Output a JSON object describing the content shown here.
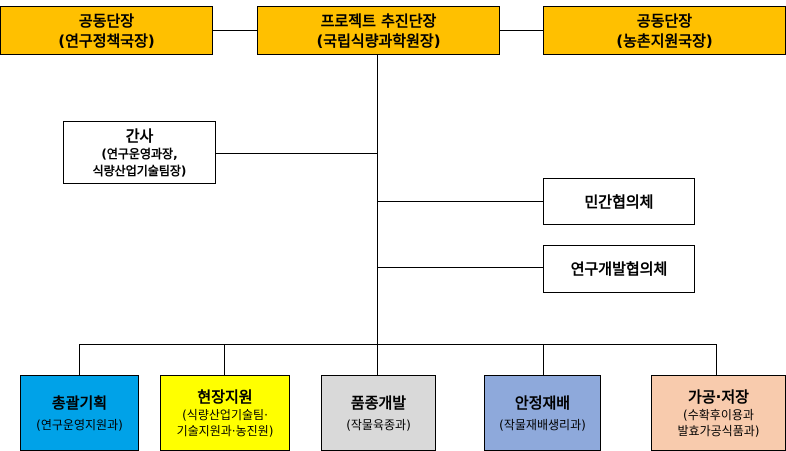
{
  "top": {
    "left": {
      "title": "공동단장",
      "sub": "(연구정책국장)",
      "color": "#FFC000"
    },
    "center": {
      "title": "프로젝트 추진단장",
      "sub": "(국립식량과학원장)",
      "color": "#FFC000"
    },
    "right": {
      "title": "공동단장",
      "sub": "(농촌지원국장)",
      "color": "#FFC000"
    }
  },
  "ganja": {
    "title": "간사",
    "sub1": "(연구운영과장,",
    "sub2": "식량산업기술팀장)"
  },
  "council": {
    "private": "민간협의체",
    "rnd": "연구개발협의체"
  },
  "teams": [
    {
      "title": "총괄기획",
      "sub1": "(연구운영지원과)",
      "sub2": "",
      "color": "#00A2E8"
    },
    {
      "title": "현장지원",
      "sub1": "(식량산업기술팀·",
      "sub2": "기술지원과·농진원)",
      "color": "#FFFF00"
    },
    {
      "title": "품종개발",
      "sub1": "(작물육종과)",
      "sub2": "",
      "color": "#D9D9D9"
    },
    {
      "title": "안정재배",
      "sub1": "(작물재배생리과)",
      "sub2": "",
      "color": "#8EA9DB"
    },
    {
      "title": "가공·저장",
      "sub1": "(수확후이용과",
      "sub2": "발효가공식품과)",
      "color": "#F8CBAD"
    }
  ]
}
